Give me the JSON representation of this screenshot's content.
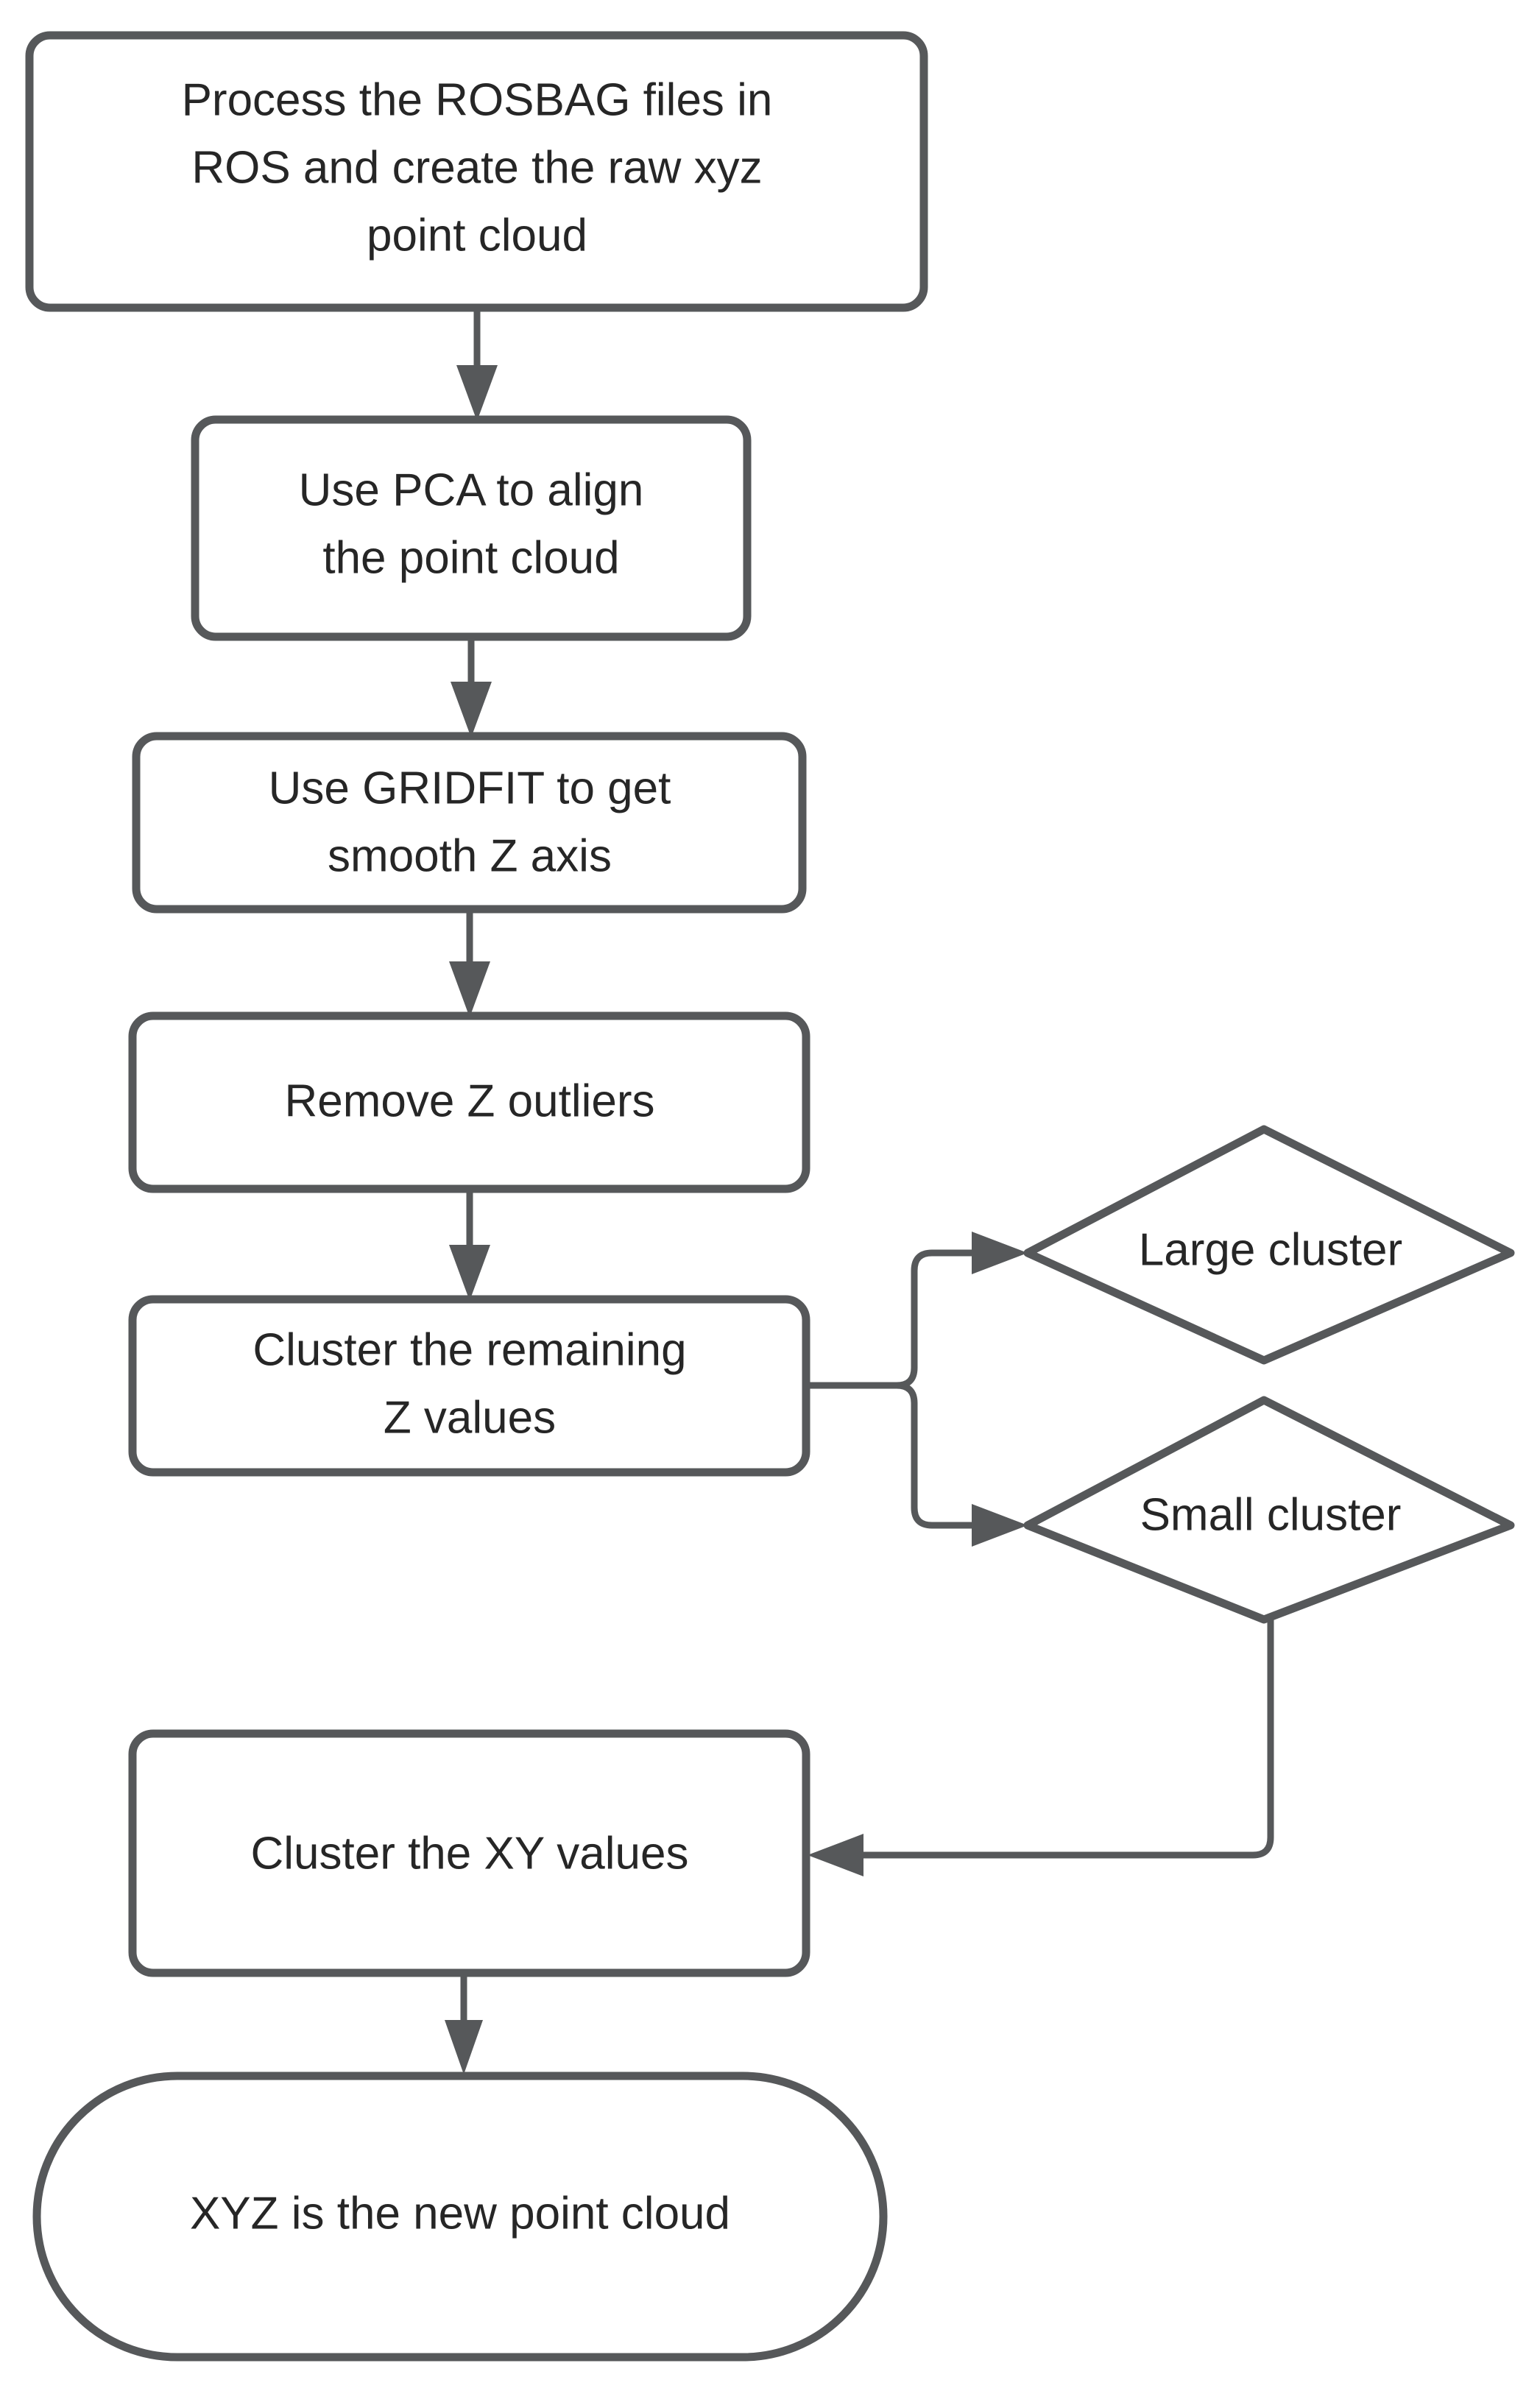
{
  "diagram": {
    "type": "flowchart",
    "orientation": "top-to-bottom",
    "background_color": "#ffffff",
    "stroke_color": "#56585a",
    "text_color": "#262626",
    "fill_color": "#ffffff"
  },
  "nodes": [
    {
      "id": "rosbag",
      "shape": "rounded-rectangle",
      "lines": [
        "Process the ROSBAG files in",
        "ROS and create the raw xyz",
        "point cloud"
      ],
      "text": "Process the ROSBAG files in ROS and create the raw xyz point cloud"
    },
    {
      "id": "pca",
      "shape": "rounded-rectangle",
      "lines": [
        "Use PCA to align",
        "the point cloud"
      ],
      "text": "Use PCA to align the point cloud"
    },
    {
      "id": "gridfit",
      "shape": "rounded-rectangle",
      "lines": [
        "Use GRIDFIT to get",
        "smooth Z axis"
      ],
      "text": "Use GRIDFIT to get smooth Z axis"
    },
    {
      "id": "remove-z",
      "shape": "rounded-rectangle",
      "lines": [
        "Remove Z outliers"
      ],
      "text": "Remove Z outliers"
    },
    {
      "id": "cluster-z",
      "shape": "rounded-rectangle",
      "lines": [
        "Cluster the remaining",
        "Z values"
      ],
      "text": "Cluster the remaining Z values"
    },
    {
      "id": "large-cluster",
      "shape": "diamond",
      "lines": [
        "Large cluster"
      ],
      "text": "Large cluster"
    },
    {
      "id": "small-cluster",
      "shape": "diamond",
      "lines": [
        "Small cluster"
      ],
      "text": "Small cluster"
    },
    {
      "id": "cluster-xy",
      "shape": "rounded-rectangle",
      "lines": [
        "Cluster the XY values"
      ],
      "text": "Cluster the XY values"
    },
    {
      "id": "xyz-terminal",
      "shape": "stadium",
      "lines": [
        "XYZ is the new point cloud"
      ],
      "text": "XYZ is the new point cloud"
    }
  ],
  "edges": [
    {
      "id": "e1",
      "from": "rosbag",
      "to": "pca",
      "label": ""
    },
    {
      "id": "e2",
      "from": "pca",
      "to": "gridfit",
      "label": ""
    },
    {
      "id": "e3",
      "from": "gridfit",
      "to": "remove-z",
      "label": ""
    },
    {
      "id": "e4",
      "from": "remove-z",
      "to": "cluster-z",
      "label": ""
    },
    {
      "id": "e5",
      "from": "cluster-z",
      "to": "large-cluster",
      "label": ""
    },
    {
      "id": "e6",
      "from": "cluster-z",
      "to": "small-cluster",
      "label": ""
    },
    {
      "id": "e7",
      "from": "small-cluster",
      "to": "cluster-xy",
      "label": ""
    },
    {
      "id": "e8",
      "from": "cluster-xy",
      "to": "xyz-terminal",
      "label": ""
    }
  ]
}
